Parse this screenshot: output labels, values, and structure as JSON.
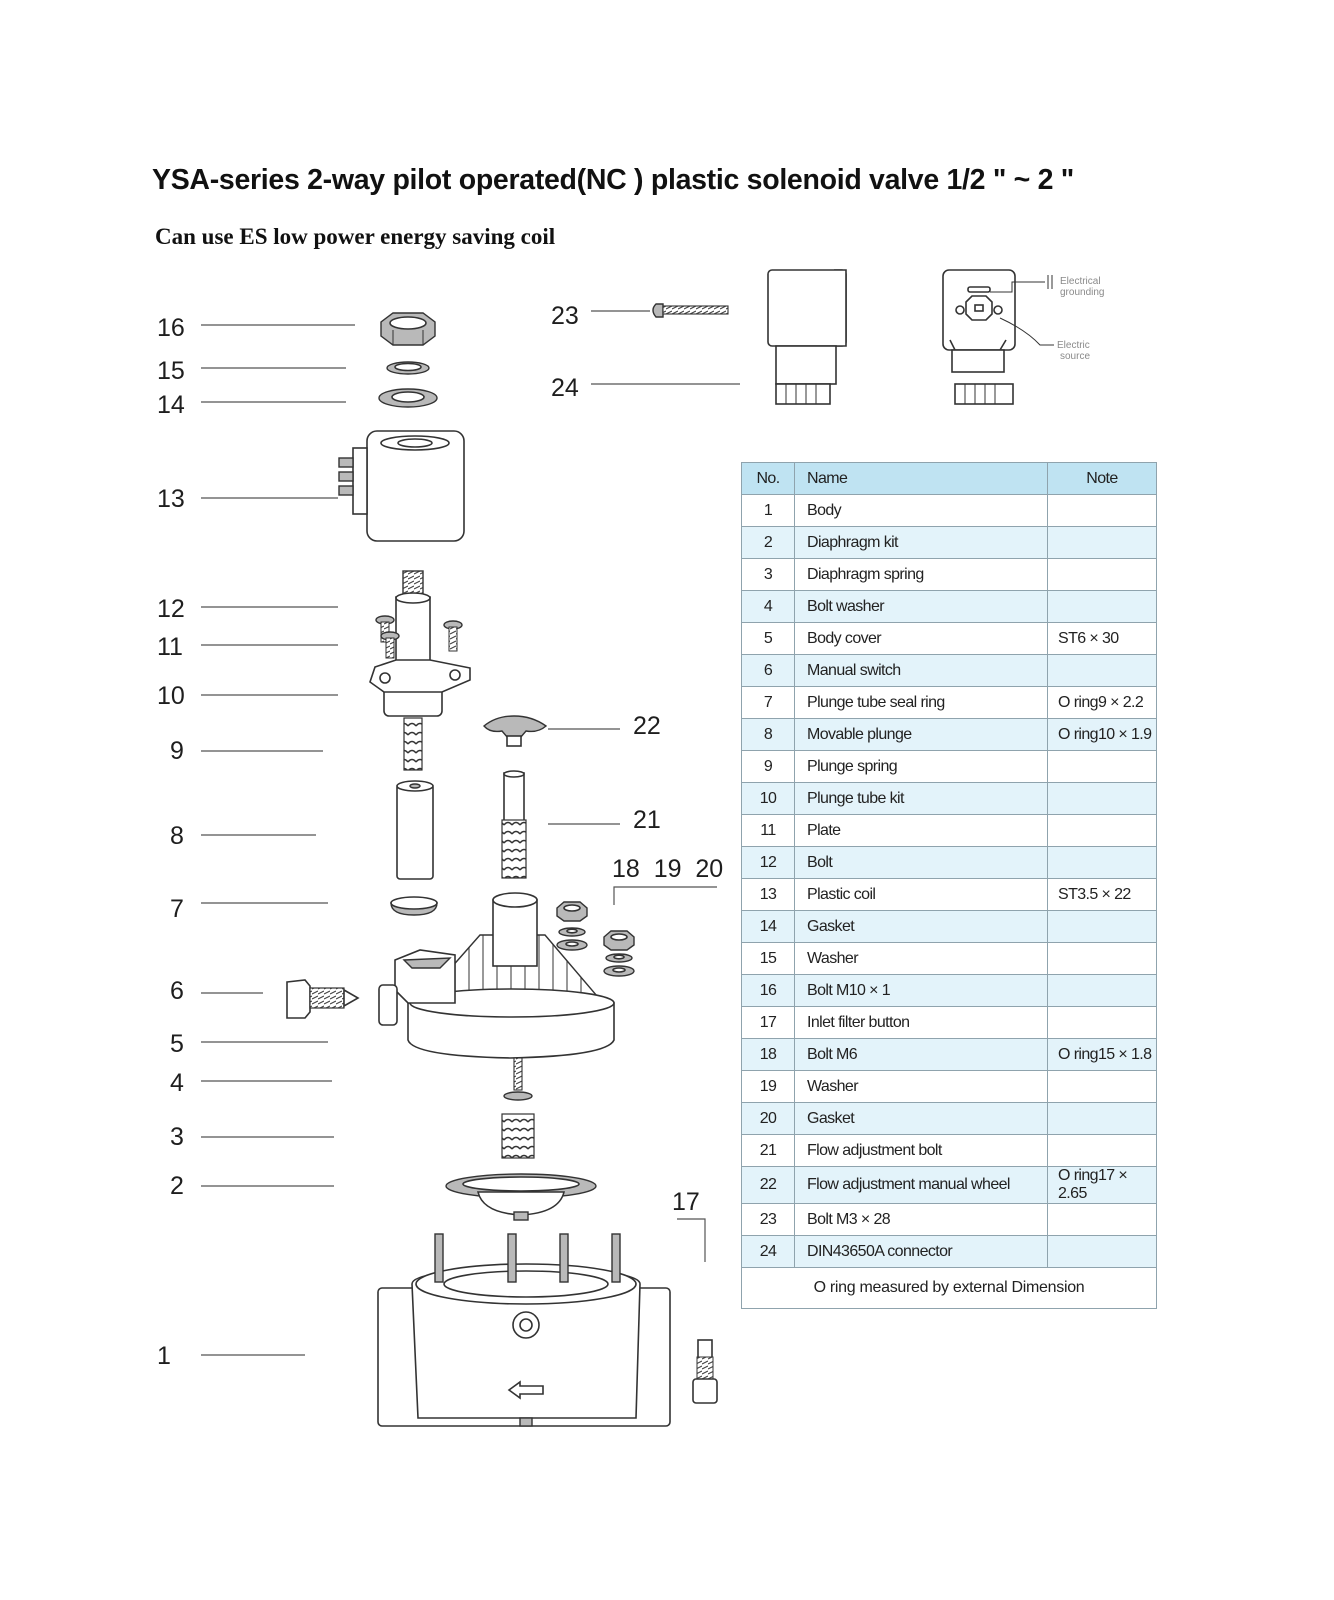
{
  "title": "YSA-series 2-way pilot operated(NC ) plastic solenoid valve 1/2 \" ~ 2 \"",
  "subtitle": "Can use ES low power energy saving coil",
  "connector_notes": {
    "grounding": [
      "Electrical",
      "grounding"
    ],
    "source": [
      "Electric",
      "source"
    ]
  },
  "callouts": {
    "c1": "1",
    "c2": "2",
    "c3": "3",
    "c4": "4",
    "c5": "5",
    "c6": "6",
    "c7": "7",
    "c8": "8",
    "c9": "9",
    "c10": "10",
    "c11": "11",
    "c12": "12",
    "c13": "13",
    "c14": "14",
    "c15": "15",
    "c16": "16",
    "c17": "17",
    "c18_20": "18  19  20",
    "c21": "21",
    "c22": "22",
    "c23": "23",
    "c24": "24"
  },
  "table": {
    "headers": {
      "no": "No.",
      "name": "Name",
      "note": "Note"
    },
    "rows": [
      {
        "no": "1",
        "name": "Body",
        "note": ""
      },
      {
        "no": "2",
        "name": "Diaphragm kit",
        "note": ""
      },
      {
        "no": "3",
        "name": "Diaphragm spring",
        "note": ""
      },
      {
        "no": "4",
        "name": "Bolt washer",
        "note": ""
      },
      {
        "no": "5",
        "name": "Body cover",
        "note": "ST6 × 30"
      },
      {
        "no": "6",
        "name": "Manual switch",
        "note": ""
      },
      {
        "no": "7",
        "name": "Plunge tube seal ring",
        "note": "O ring9 × 2.2"
      },
      {
        "no": "8",
        "name": "Movable plunge",
        "note": "O ring10 × 1.9"
      },
      {
        "no": "9",
        "name": "Plunge spring",
        "note": ""
      },
      {
        "no": "10",
        "name": "Plunge tube kit",
        "note": ""
      },
      {
        "no": "11",
        "name": "Plate",
        "note": ""
      },
      {
        "no": "12",
        "name": "Bolt",
        "note": ""
      },
      {
        "no": "13",
        "name": "Plastic coil",
        "note": "ST3.5 × 22"
      },
      {
        "no": "14",
        "name": "Gasket",
        "note": ""
      },
      {
        "no": "15",
        "name": "Washer",
        "note": ""
      },
      {
        "no": "16",
        "name": "Bolt M10 × 1",
        "note": ""
      },
      {
        "no": "17",
        "name": "Inlet filter button",
        "note": ""
      },
      {
        "no": "18",
        "name": "Bolt M6",
        "note": "O ring15 × 1.8"
      },
      {
        "no": "19",
        "name": "Washer",
        "note": ""
      },
      {
        "no": "20",
        "name": "Gasket",
        "note": ""
      },
      {
        "no": "21",
        "name": "Flow adjustment bolt",
        "note": ""
      },
      {
        "no": "22",
        "name": "Flow adjustment manual wheel",
        "note": "O ring17 × 2.65"
      },
      {
        "no": "23",
        "name": "Bolt M3 × 28",
        "note": ""
      },
      {
        "no": "24",
        "name": "DIN43650A connector",
        "note": ""
      }
    ],
    "footer": "O ring measured by external Dimension"
  }
}
